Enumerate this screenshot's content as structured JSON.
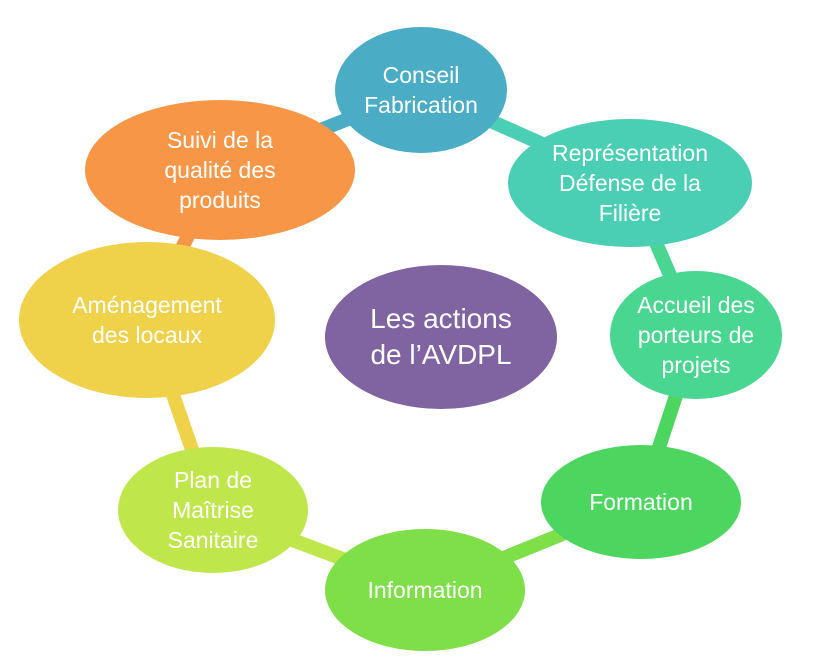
{
  "diagram": {
    "center": {
      "label": "Les actions\nde l’AVDPL",
      "color": "#8064A2"
    },
    "nodes": [
      {
        "label": "Conseil\nFabrication",
        "color": "#4BACC6"
      },
      {
        "label": "Représentation\nDéfense de la\nFilière",
        "color": "#4BCFB4"
      },
      {
        "label": "Accueil des\nporteurs de\nprojets",
        "color": "#49D690"
      },
      {
        "label": "Formation",
        "color": "#4CD660"
      },
      {
        "label": "Information",
        "color": "#7EDF49"
      },
      {
        "label": "Plan de\nMaîtrise\nSanitaire",
        "color": "#BFE64A"
      },
      {
        "label": "Aménagement\ndes locaux",
        "color": "#EFD14A"
      },
      {
        "label": "Suivi de la\nqualité des\nproduits",
        "color": "#F79646"
      }
    ]
  }
}
